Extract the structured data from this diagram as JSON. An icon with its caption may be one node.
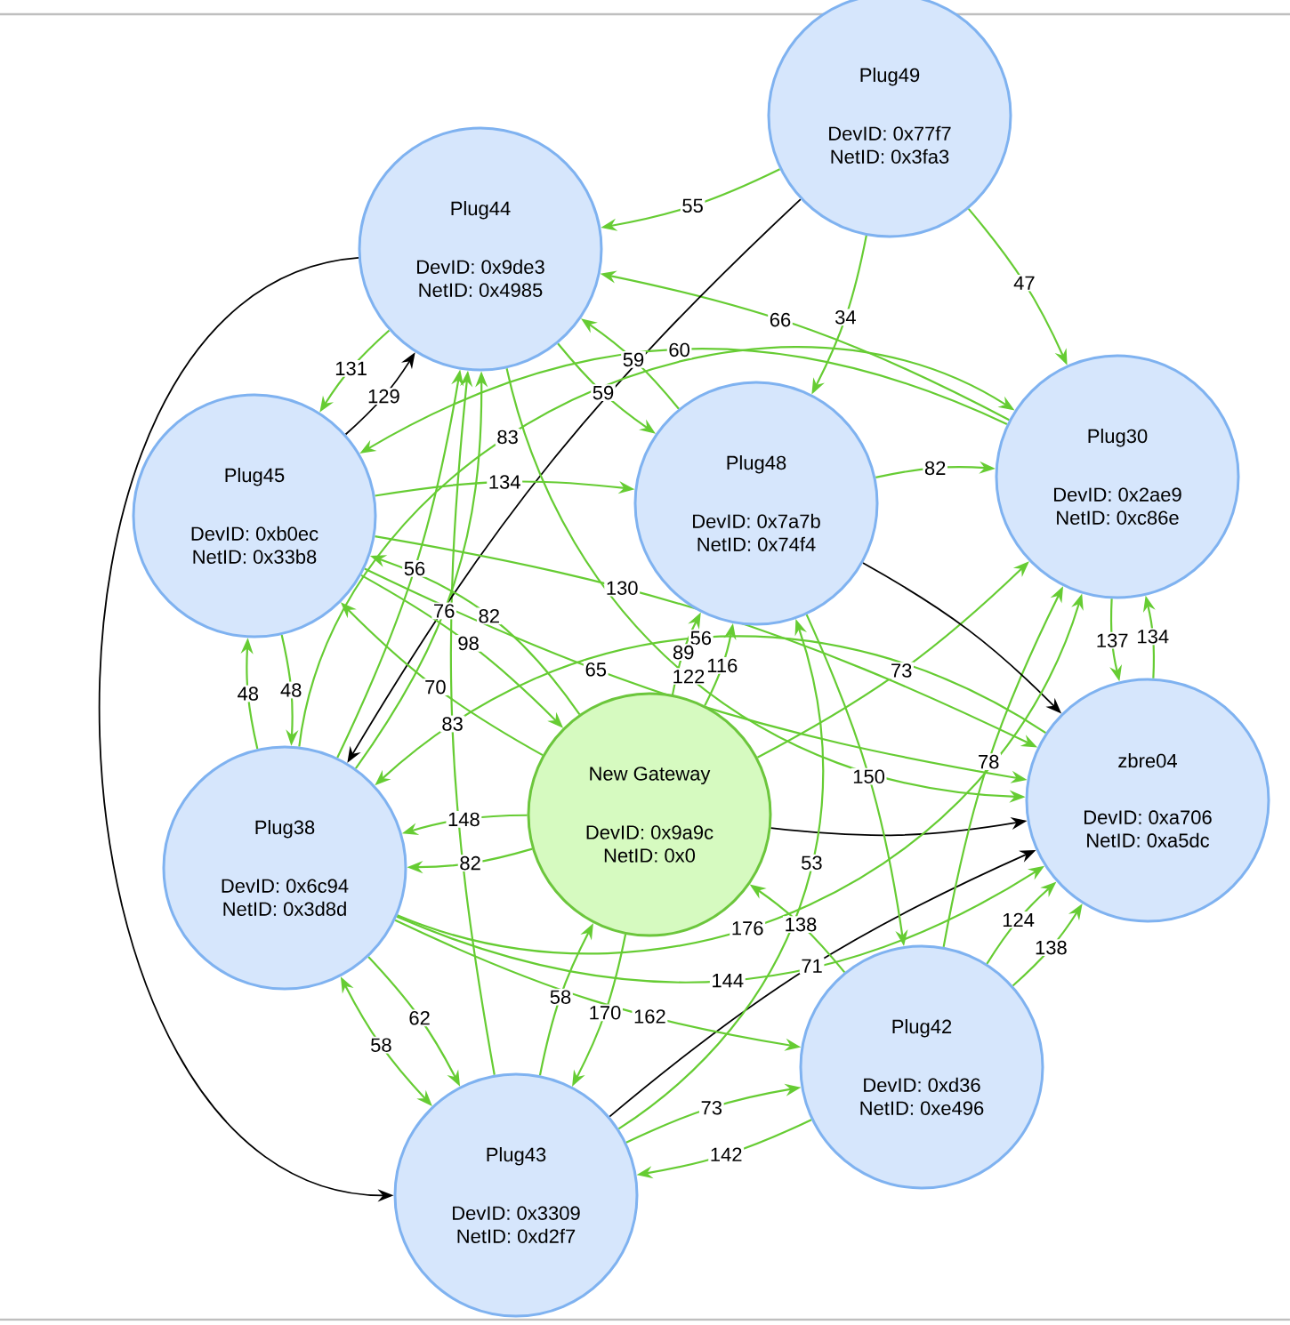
{
  "diagram": {
    "nodes": [
      {
        "text": [
          "Plug49",
          "DevID: 0x77f7",
          "NetID: 0x3fa3"
        ]
      },
      {
        "text": [
          "Plug44",
          "DevID: 0x9de3",
          "NetID: 0x4985"
        ]
      },
      {
        "text": [
          "Plug45",
          "DevID: 0xb0ec",
          "NetID: 0x33b8"
        ]
      },
      {
        "text": [
          "Plug48",
          "DevID: 0x7a7b",
          "NetID: 0x74f4"
        ]
      },
      {
        "text": [
          "Plug30",
          "DevID: 0x2ae9",
          "NetID: 0xc86e"
        ]
      },
      {
        "text": [
          "zbre04",
          "DevID: 0xa706",
          "NetID: 0xa5dc"
        ]
      },
      {
        "text": [
          "New Gateway",
          "DevID: 0x9a9c",
          "NetID: 0x0"
        ]
      },
      {
        "text": [
          "Plug38",
          "DevID: 0x6c94",
          "NetID: 0x3d8d"
        ]
      },
      {
        "text": [
          "Plug42",
          "DevID: 0xd36",
          "NetID: 0xe496"
        ]
      },
      {
        "text": [
          "Plug43",
          "DevID: 0x3309",
          "NetID: 0xd2f7"
        ]
      }
    ],
    "edges": [
      {
        "from": 0,
        "to": 1,
        "arrow": "to",
        "label": "55"
      },
      {
        "from": 0,
        "to": 4,
        "arrow": "to",
        "label": "47"
      },
      {
        "from": 0,
        "to": 3,
        "arrow": "to",
        "label": "34"
      },
      {
        "from": 4,
        "to": 1,
        "arrow": "to",
        "label": "66"
      },
      {
        "from": 2,
        "to": 1,
        "arrow": "to",
        "label": "129",
        "color": "#000000"
      },
      {
        "from": 1,
        "to": 2,
        "arrow": "to",
        "label": "131"
      },
      {
        "from": 3,
        "to": 1,
        "arrow": "to",
        "label": "59"
      },
      {
        "from": 1,
        "to": 3,
        "arrow": "to",
        "label": "59"
      },
      {
        "from": 9,
        "to": 1,
        "arrow": "to",
        "label": "83"
      },
      {
        "from": 1,
        "to": 9,
        "arrow": "to",
        "color": "#000000"
      },
      {
        "from": 0,
        "to": 7,
        "arrow": "to",
        "color": "#000000"
      },
      {
        "from": 7,
        "to": 1,
        "arrow": "to",
        "label": "56"
      },
      {
        "from": 4,
        "to": 2,
        "arrow": "to",
        "label": "60"
      },
      {
        "from": 2,
        "to": 3,
        "arrow": "to",
        "label": "134"
      },
      {
        "from": 7,
        "to": 1,
        "arrow": "to",
        "label": "76"
      },
      {
        "from": 2,
        "to": 6,
        "arrow": "to",
        "label": "98"
      },
      {
        "from": 6,
        "to": 2,
        "arrow": "to",
        "label": "70"
      },
      {
        "from": 6,
        "to": 2,
        "arrow": "to",
        "label": "82"
      },
      {
        "from": 6,
        "to": 7,
        "arrow": "to",
        "label": "82"
      },
      {
        "from": 6,
        "to": 7,
        "arrow": "to",
        "label": "148"
      },
      {
        "from": 6,
        "to": 5,
        "arrow": "to",
        "color": "#000000"
      },
      {
        "from": 5,
        "to": 7,
        "arrow": "to",
        "label": "56"
      },
      {
        "from": 2,
        "to": 7,
        "arrow": "to",
        "label": "48"
      },
      {
        "from": 7,
        "to": 2,
        "arrow": "to",
        "label": "48"
      },
      {
        "from": 7,
        "to": 9,
        "arrow": "to",
        "label": "62"
      },
      {
        "from": 9,
        "to": 7,
        "arrow": "both",
        "label": "58"
      },
      {
        "from": 6,
        "to": 9,
        "arrow": "to",
        "label": "170"
      },
      {
        "from": 9,
        "to": 6,
        "arrow": "to",
        "label": "58"
      },
      {
        "from": 8,
        "to": 9,
        "arrow": "to",
        "label": "142"
      },
      {
        "from": 9,
        "to": 5,
        "arrow": "to",
        "label": "71",
        "color": "#000000"
      },
      {
        "from": 9,
        "to": 8,
        "arrow": "to",
        "label": "73"
      },
      {
        "from": 7,
        "to": 8,
        "arrow": "to",
        "label": "162"
      },
      {
        "from": 8,
        "to": 6,
        "arrow": "to",
        "label": "138"
      },
      {
        "from": 3,
        "to": 8,
        "arrow": "to",
        "label": "150"
      },
      {
        "from": 7,
        "to": 5,
        "arrow": "to",
        "label": "144"
      },
      {
        "from": 8,
        "to": 5,
        "arrow": "to",
        "label": "138"
      },
      {
        "from": 8,
        "to": 5,
        "arrow": "to",
        "label": "124"
      },
      {
        "from": 2,
        "to": 5,
        "arrow": "to",
        "label": "65"
      },
      {
        "from": 6,
        "to": 4,
        "arrow": "to",
        "label": "73"
      },
      {
        "from": 8,
        "to": 4,
        "arrow": "to",
        "label": "78"
      },
      {
        "from": 3,
        "to": 5,
        "arrow": "to",
        "color": "#000000"
      },
      {
        "from": 2,
        "to": 5,
        "arrow": "to",
        "label": "130"
      },
      {
        "from": 1,
        "to": 5,
        "arrow": "to",
        "label": "122"
      },
      {
        "from": 7,
        "to": 4,
        "arrow": "to",
        "label": "176"
      },
      {
        "from": 6,
        "to": 3,
        "arrow": "to",
        "label": "116"
      },
      {
        "from": 6,
        "to": 3,
        "arrow": "to",
        "label": "89"
      },
      {
        "from": 9,
        "to": 3,
        "arrow": "to",
        "label": "53"
      },
      {
        "from": 3,
        "to": 4,
        "arrow": "to",
        "label": "82"
      },
      {
        "from": 7,
        "to": 4,
        "arrow": "to",
        "label": "83"
      },
      {
        "from": 5,
        "to": 4,
        "arrow": "to",
        "label": "134"
      },
      {
        "from": 4,
        "to": 5,
        "arrow": "to",
        "label": "137"
      }
    ]
  }
}
